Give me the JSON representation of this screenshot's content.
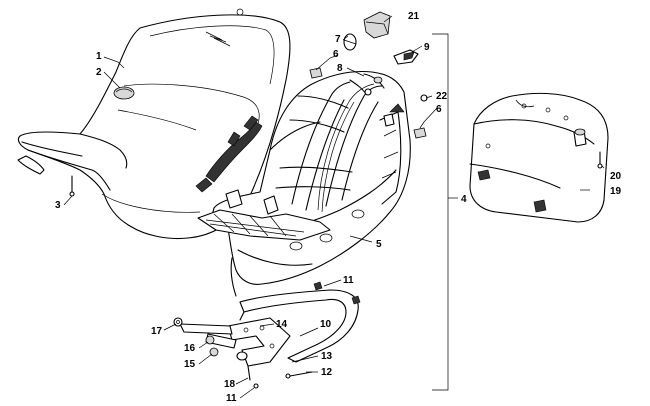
{
  "callouts": [
    {
      "id": "c1",
      "text": "1"
    },
    {
      "id": "c2",
      "text": "2"
    },
    {
      "id": "c3",
      "text": "3"
    },
    {
      "id": "c4",
      "text": "4"
    },
    {
      "id": "c5",
      "text": "5"
    },
    {
      "id": "c6a",
      "text": "6"
    },
    {
      "id": "c6b",
      "text": "6"
    },
    {
      "id": "c7",
      "text": "7"
    },
    {
      "id": "c8",
      "text": "8"
    },
    {
      "id": "c9",
      "text": "9"
    },
    {
      "id": "c10",
      "text": "10"
    },
    {
      "id": "c11a",
      "text": "11"
    },
    {
      "id": "c11b",
      "text": "11"
    },
    {
      "id": "c12",
      "text": "12"
    },
    {
      "id": "c13",
      "text": "13"
    },
    {
      "id": "c14",
      "text": "14"
    },
    {
      "id": "c15",
      "text": "15"
    },
    {
      "id": "c16",
      "text": "16"
    },
    {
      "id": "c17",
      "text": "17"
    },
    {
      "id": "c18",
      "text": "18"
    },
    {
      "id": "c19",
      "text": "19"
    },
    {
      "id": "c20",
      "text": "20"
    },
    {
      "id": "c21",
      "text": "21"
    },
    {
      "id": "c22",
      "text": "22"
    }
  ]
}
